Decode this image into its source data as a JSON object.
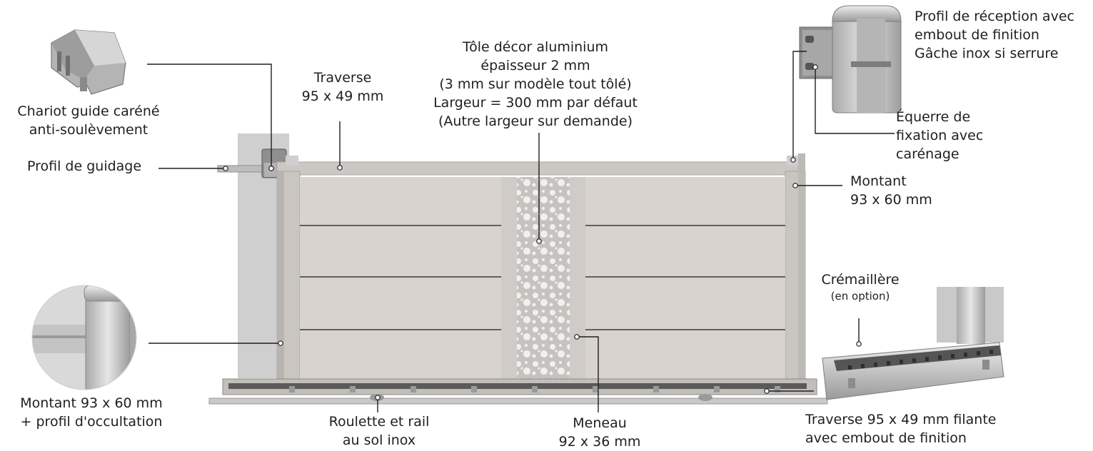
{
  "labels": {
    "chariot": [
      "Chariot guide caréné",
      "anti-soulèvement"
    ],
    "profil_guidage": "Profil de guidage",
    "traverse": [
      "Traverse",
      "95 x 49 mm"
    ],
    "tole": [
      "Tôle décor aluminium",
      "épaisseur 2 mm",
      "(3 mm sur modèle tout tôlé)",
      "Largeur = 300 mm par défaut",
      "(Autre largeur sur demande)"
    ],
    "profil_reception": [
      "Profil de réception avec",
      "embout de finition",
      "Gâche inox si serrure"
    ],
    "equerre": [
      "Équerre de",
      "fixation avec",
      "carénage"
    ],
    "montant_right": [
      "Montant",
      "93 x 60 mm"
    ],
    "cremaillere": "Crémaillère",
    "cremaillere_option": "(en option)",
    "montant_left": [
      "Montant 93 x 60 mm",
      "+ profil d'occultation"
    ],
    "roulette": [
      "Roulette et rail",
      "au sol inox"
    ],
    "meneau": [
      "Meneau",
      "92 x 36 mm"
    ],
    "traverse_filante": [
      "Traverse 95 x 49 mm filante",
      "avec embout de finition"
    ]
  },
  "colors": {
    "panel": "#d8d3cf",
    "frame": "#c9c6c2",
    "pillar": "#cfcfcf",
    "line": "#1f1f1f",
    "groove": "#3a3a3a"
  },
  "icons": [
    "chariot-guide-icon",
    "profil-reception-icon",
    "montant-occultation-icon",
    "cremaillere-icon"
  ]
}
